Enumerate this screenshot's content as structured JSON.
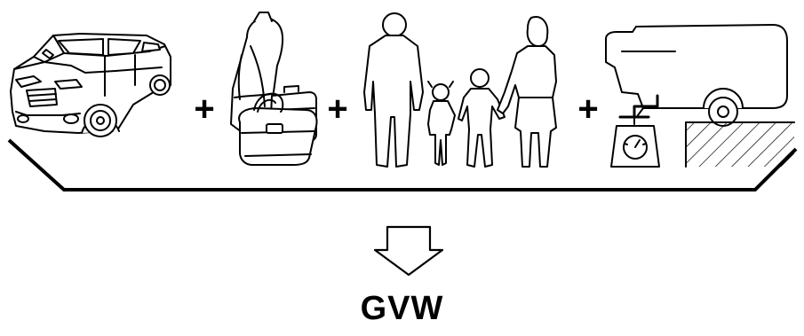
{
  "diagram": {
    "components": [
      {
        "id": "vehicle",
        "icon": "car-icon"
      },
      {
        "id": "cargo",
        "icon": "luggage-icon"
      },
      {
        "id": "occupants",
        "icon": "family-icon"
      },
      {
        "id": "trailer-tongue-load",
        "icon": "trailer-scale-icon"
      }
    ],
    "operator_symbol": "+",
    "result_icon": "down-arrow-icon",
    "result_label": "GVW",
    "colors": {
      "line": "#000000",
      "fill": "#ffffff",
      "background": "#ffffff"
    }
  }
}
